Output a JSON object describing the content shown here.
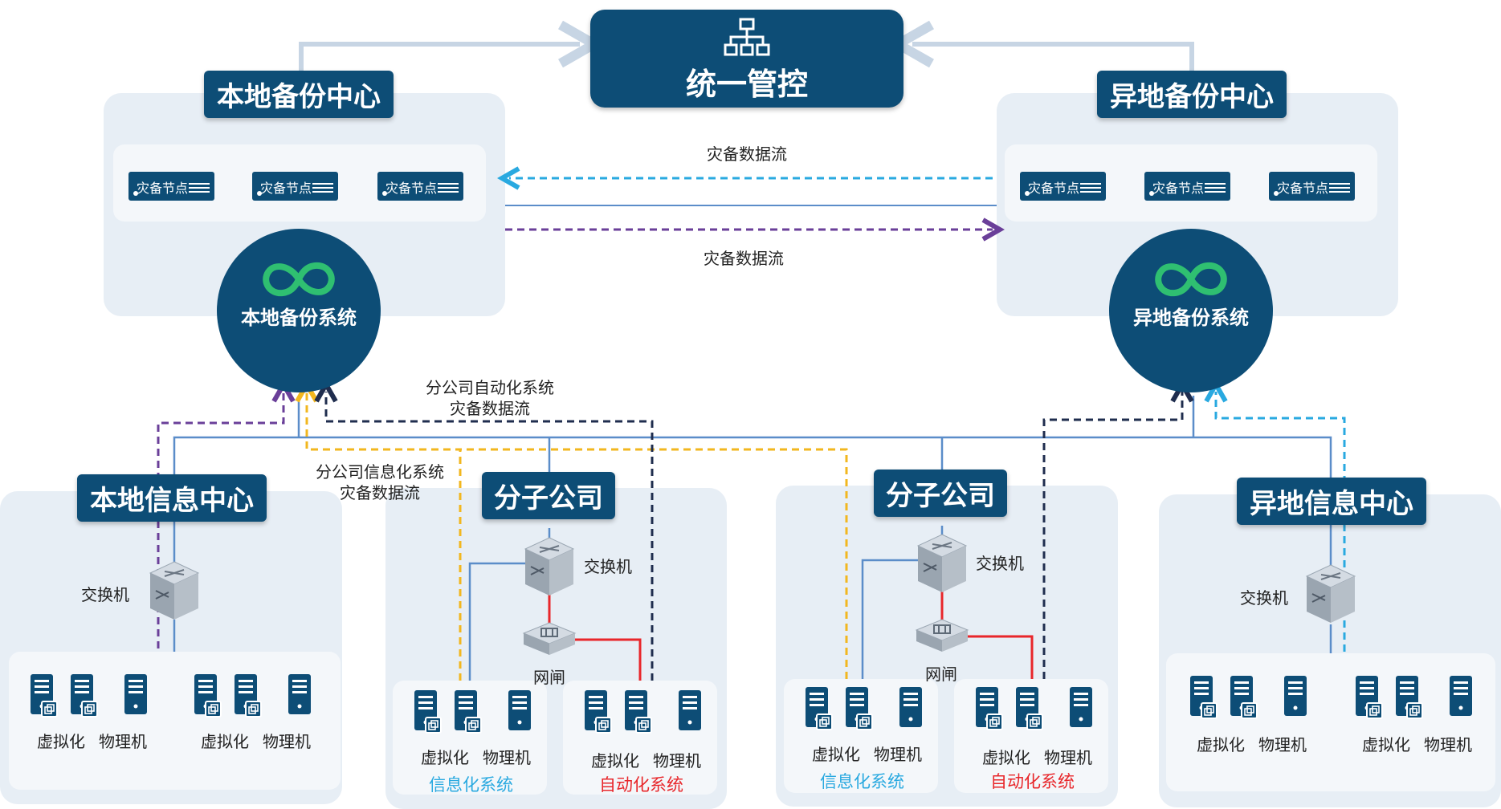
{
  "colors": {
    "navy": "#0d4d76",
    "panel": "#e7eef5",
    "cyan": "#29a9e0",
    "purple": "#6a3f99",
    "yellow": "#f2b71f",
    "dark": "#1f2d4e",
    "blue_line": "#5b8dc9",
    "red": "#e8262a",
    "green": "#2fbf71"
  },
  "control": {
    "title": "统一管控",
    "icon": "org-chart-icon"
  },
  "local_center": {
    "title": "本地备份中心",
    "nodes": [
      "灾备节点",
      "灾备节点",
      "灾备节点"
    ],
    "system": "本地备份系统"
  },
  "remote_center": {
    "title": "异地备份中心",
    "nodes": [
      "灾备节点",
      "灾备节点",
      "灾备节点"
    ],
    "system": "异地备份系统"
  },
  "flows": {
    "top": "灾备数据流",
    "bottom": "灾备数据流",
    "auto": "分公司自动化系统\n灾备数据流",
    "info": "分公司信息化系统\n灾备数据流"
  },
  "local_info": {
    "title": "本地信息中心",
    "switch": "交换机",
    "groups": [
      {
        "virt": "虚拟化",
        "phys": "物理机"
      },
      {
        "virt": "虚拟化",
        "phys": "物理机"
      }
    ]
  },
  "branch1": {
    "title": "分子公司",
    "switch": "交换机",
    "gate": "网闸",
    "groups": [
      {
        "virt": "虚拟化",
        "phys": "物理机",
        "system": "信息化系统"
      },
      {
        "virt": "虚拟化",
        "phys": "物理机",
        "system": "自动化系统"
      }
    ]
  },
  "branch2": {
    "title": "分子公司",
    "switch": "交换机",
    "gate": "网闸",
    "groups": [
      {
        "virt": "虚拟化",
        "phys": "物理机",
        "system": "信息化系统"
      },
      {
        "virt": "虚拟化",
        "phys": "物理机",
        "system": "自动化系统"
      }
    ]
  },
  "remote_info": {
    "title": "异地信息中心",
    "switch": "交换机",
    "groups": [
      {
        "virt": "虚拟化",
        "phys": "物理机"
      },
      {
        "virt": "虚拟化",
        "phys": "物理机"
      }
    ]
  }
}
